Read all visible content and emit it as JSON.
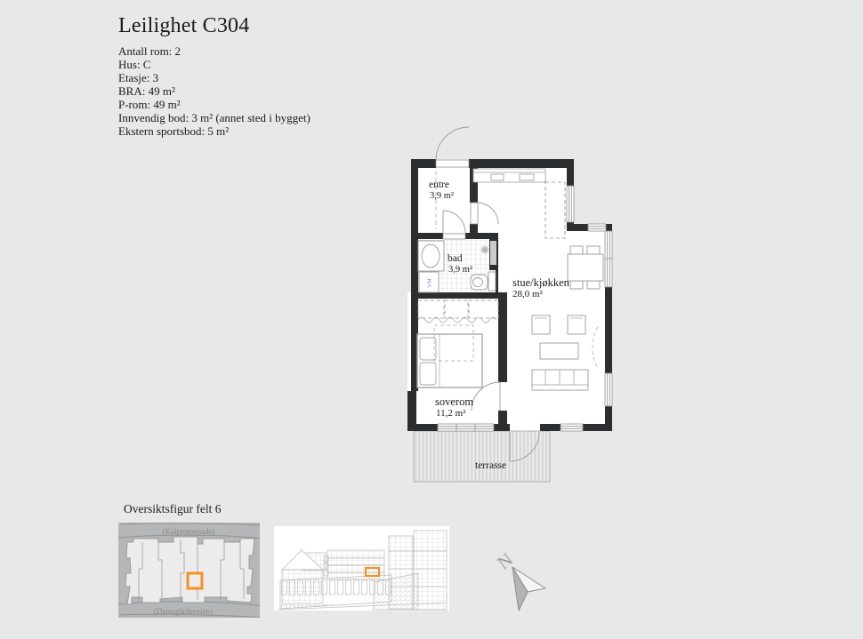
{
  "colors": {
    "accent_orange": "#F6921E",
    "wall": "#2d2e2f",
    "page_bg": "#e7e8e9"
  },
  "header": {
    "title": "Leilighet C304",
    "details": [
      "Antall rom: 2",
      "Hus: C",
      "Etasje: 3",
      "BRA: 49 m²",
      "P-rom: 49 m²",
      "Innvendig bod: 3 m² (annet sted i bygget)",
      "Ekstern sportsbod: 5 m²"
    ]
  },
  "floorplan": {
    "rooms": [
      {
        "name": "entre",
        "area": "3,9 m²"
      },
      {
        "name": "bad",
        "area": "3,9 m²"
      },
      {
        "name": "stue/kjøkken",
        "area": "28,0 m²"
      },
      {
        "name": "soverom",
        "area": "11,2 m²"
      }
    ],
    "terrace_label": "terrasse",
    "washing_machine_label": "VM"
  },
  "overview": {
    "heading": "Oversiktsfigur felt 6",
    "street_top": "(Kaipromenade)",
    "street_bottom": "(Damsgårdsveien)"
  },
  "compass": {
    "north_label": "N"
  }
}
